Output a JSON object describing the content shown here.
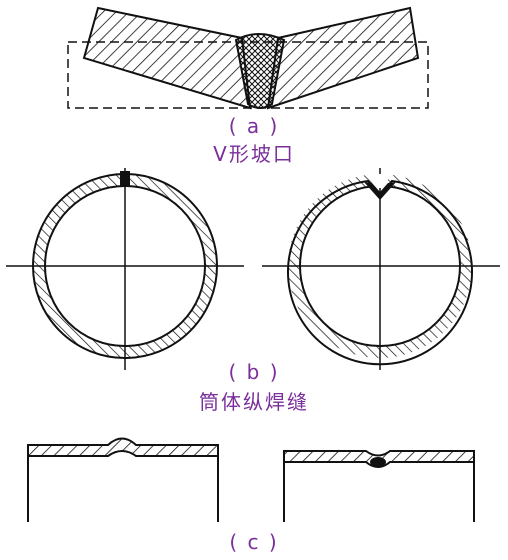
{
  "colors": {
    "ink": "#111111",
    "caption": "#7a2f9a",
    "background": "#ffffff"
  },
  "captions": {
    "a_label": "( a )",
    "a_title": "V形坡口",
    "b_label": "( b )",
    "b_title": "筒体纵焊缝",
    "c_label": "( c )"
  }
}
